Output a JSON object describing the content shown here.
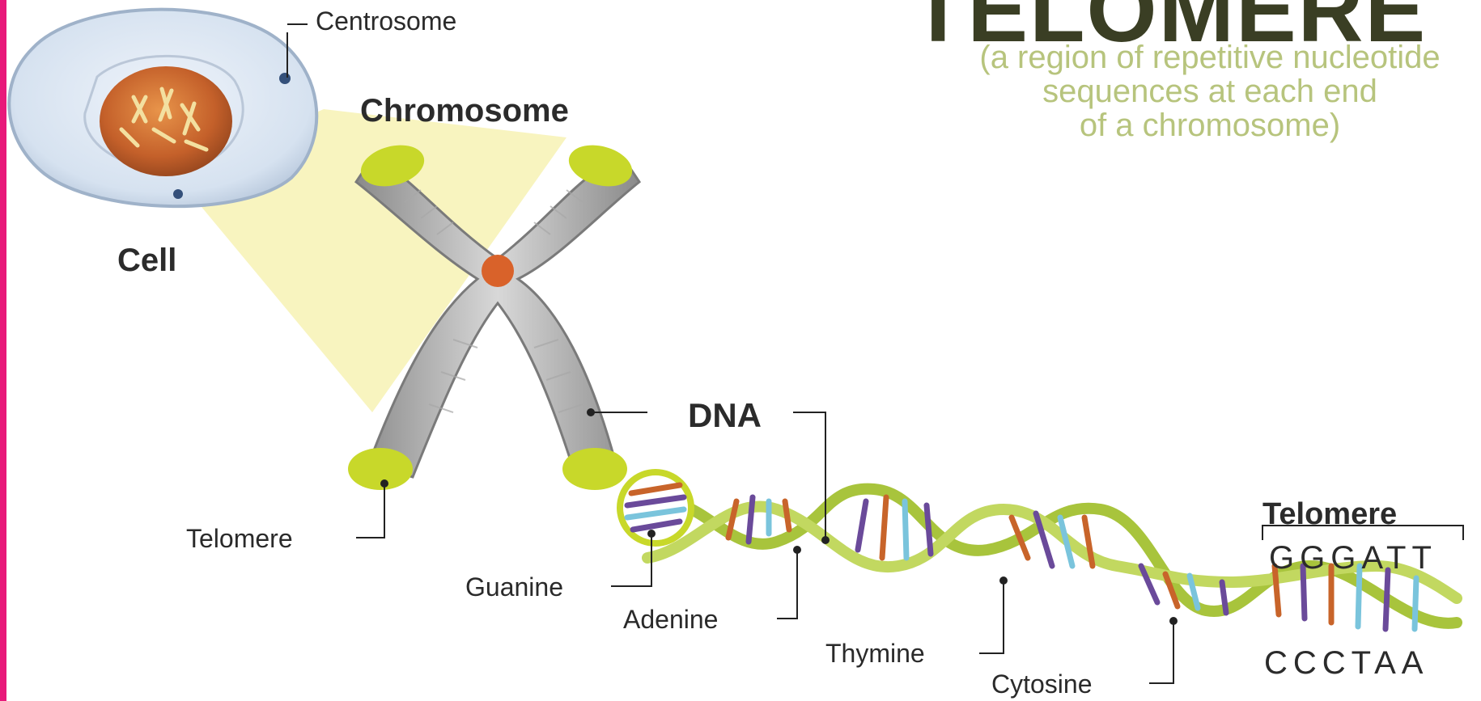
{
  "title": "TELOMERE",
  "subtitle": "(a region of repetitive nucleotide\nsequences at each end\nof a chromosome)",
  "labels": {
    "centrosome": "Centrosome",
    "cell": "Cell",
    "chromosome": "Chromosome",
    "dna": "DNA",
    "telomere_chromosome": "Telomere",
    "telomere_dna": "Telomere",
    "guanine": "Guanine",
    "adenine": "Adenine",
    "thymine": "Thymine",
    "cytosine": "Cytosine"
  },
  "sequences": {
    "top": "GGGATT",
    "bottom": "CCCTAA"
  },
  "colors": {
    "frame": "#e8197a",
    "telomere_yellow": "#c8d82a",
    "helix_green": "#a8c43c",
    "base_orange": "#c8642a",
    "base_purple": "#6a4a9a",
    "base_blue": "#7ac4dc",
    "subtitle": "#b7c47d"
  }
}
